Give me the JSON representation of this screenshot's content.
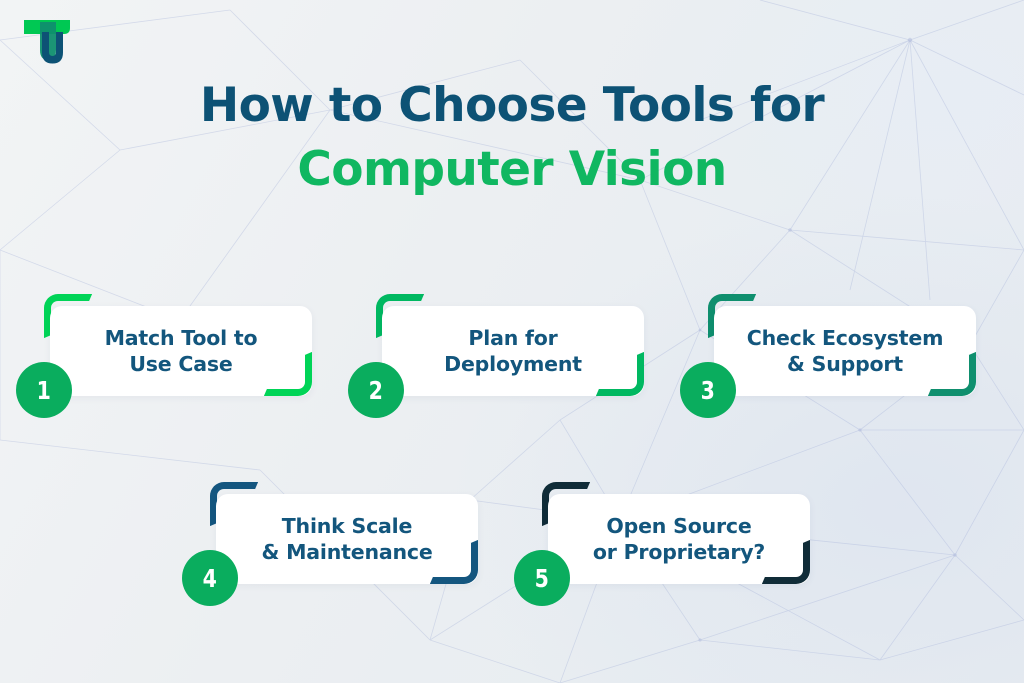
{
  "brand": {
    "logo_name": "tu-monogram-logo",
    "logo_green": "#00c853",
    "logo_teal": "#0f8f6e",
    "logo_navy": "#0d5275"
  },
  "title": {
    "line1": "How to Choose Tools for",
    "line2": "Computer Vision",
    "line1_color": "#0d5275",
    "line2_color": "#10b761"
  },
  "palette": {
    "background": "#eef1f3",
    "card_background": "#ffffff",
    "card_text": "#13567d",
    "badge_fill": "#0aad5e",
    "badge_text": "#ffffff",
    "network_line": "#b9c2e0"
  },
  "steps": [
    {
      "number": "1",
      "text": "Match Tool to\nUse Case",
      "bracket_color": "#00d457"
    },
    {
      "number": "2",
      "text": "Plan for\nDeployment",
      "bracket_color": "#00b861"
    },
    {
      "number": "3",
      "text": "Check Ecosystem\n& Support",
      "bracket_color": "#0f8f6e"
    },
    {
      "number": "4",
      "text": "Think Scale\n& Maintenance",
      "bracket_color": "#14567f"
    },
    {
      "number": "5",
      "text": "Open Source\nor Proprietary?",
      "bracket_color": "#102c38"
    }
  ]
}
